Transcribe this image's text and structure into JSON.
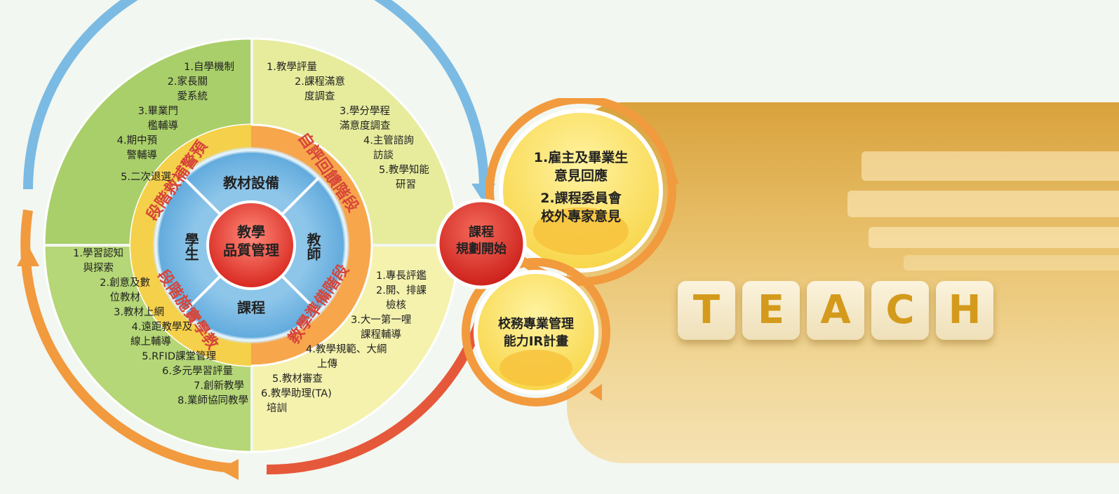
{
  "center": {
    "line1": "教學",
    "line2": "品質管理"
  },
  "inner_ring": {
    "top": "教材設備",
    "left": "學生",
    "right": "教師",
    "bottom": "課程"
  },
  "stages": {
    "top_left": "段階救補警預",
    "top_right": "自評回饋階段",
    "bottom_left": "段階施實學教",
    "bottom_right": "教學準備階段"
  },
  "lists": {
    "top_left": [
      "1.自學機制",
      "2.家長關",
      "愛系統",
      "3.畢業門",
      "檻輔導",
      "4.期中預",
      "警輔導",
      "5.二次退選"
    ],
    "top_right": [
      "1.教學評量",
      "2.課程滿意",
      "度調查",
      "3.學分學程",
      "滿意度調查",
      "4.主管諮詢",
      "訪談",
      "5.教學知能",
      "研習"
    ],
    "bottom_left": [
      "1.學習認知",
      "與探索",
      "2.創意及數",
      "位教材",
      "3.教材上網",
      "4.遠距教學及",
      "線上輔導",
      "5.RFID課堂管理",
      "6.多元學習評量",
      "7.創新教學",
      "8.業師協同教學"
    ],
    "bottom_right": [
      "1.專長評鑑",
      "2.開、排課",
      "檢核",
      "3.大一第一哩",
      "課程輔導",
      "4.教學規範、大綱",
      "上傳",
      "5.教材審查",
      "6.教學助理(TA)",
      "培訓"
    ]
  },
  "start_ball": {
    "line1": "課程",
    "line2": "規劃開始"
  },
  "ball_feedback": {
    "lines": [
      "1.雇主及畢業生",
      "意見回應",
      "2.課程委員會",
      "校外專家意見"
    ]
  },
  "ball_ir": {
    "line1": "校務專業管理",
    "line2": "能力IR計畫"
  },
  "photo": {
    "letters": [
      "T",
      "E",
      "A",
      "C",
      "H"
    ]
  },
  "colors": {
    "green": "#a9cf6a",
    "light_yellow": "#f1f1a5",
    "orange": "#f29a3e",
    "blue": "#7bbbe3",
    "red": "#e23b2e",
    "yellow_ball": "#fbe46a"
  }
}
